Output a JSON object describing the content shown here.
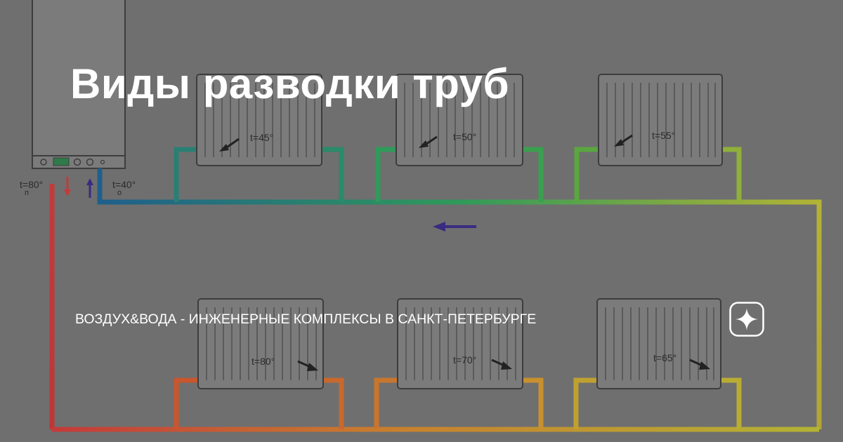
{
  "header": {
    "title": "Виды разводки труб"
  },
  "channel": {
    "name": "ВОЗДУХ&ВОДА - ИНЖЕНЕРНЫЕ КОМПЛЕКСЫ В САНКТ-ПЕТЕРБУРГЕ"
  },
  "badge": {
    "icon": "zen-star-icon"
  },
  "diagram": {
    "supply": {
      "temp": "t=80°",
      "sub": "п"
    },
    "return": {
      "temp": "t=40°",
      "sub": "о"
    },
    "radiators_top": [
      {
        "temp": "t=45°"
      },
      {
        "temp": "t=50°"
      },
      {
        "temp": "t=55°"
      }
    ],
    "radiators_bottom": [
      {
        "temp": "t=80°"
      },
      {
        "temp": "t=70°"
      },
      {
        "temp": "t=65°"
      }
    ],
    "colors": {
      "background": "#6f6f6f",
      "boiler": "#7b7b7b",
      "radiator": "#7b7b7b",
      "outline": "#3d3d3d",
      "pipe_hot": "#c43a3a",
      "pipe_warm": "#c8802e",
      "pipe_mid": "#b3b335",
      "pipe_cool": "#2f9a5a",
      "pipe_cold": "#1f5f8c",
      "arrow_flow": "#3a2b82"
    }
  }
}
